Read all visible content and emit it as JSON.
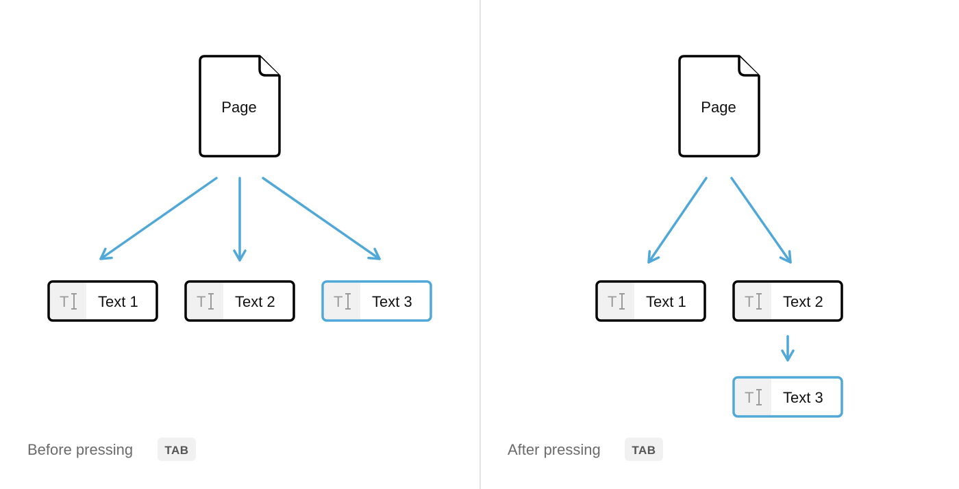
{
  "colors": {
    "accent": "#4fa8d8",
    "border": "#000000",
    "icon_bg": "#f1f1f1",
    "caption": "#6b6b6b",
    "divider": "#e3e3e3"
  },
  "before": {
    "page_label": "Page",
    "blocks": [
      {
        "label": "Text 1",
        "icon": "text-type-icon",
        "selected": false
      },
      {
        "label": "Text 2",
        "icon": "text-type-icon",
        "selected": false
      },
      {
        "label": "Text 3",
        "icon": "text-type-icon",
        "selected": true
      }
    ],
    "caption": "Before pressing",
    "key": "TAB"
  },
  "after": {
    "page_label": "Page",
    "blocks": [
      {
        "label": "Text 1",
        "icon": "text-type-icon",
        "selected": false
      },
      {
        "label": "Text 2",
        "icon": "text-type-icon",
        "selected": false
      },
      {
        "label": "Text 3",
        "icon": "text-type-icon",
        "selected": true,
        "nested_under": "Text 2"
      }
    ],
    "caption": "After pressing",
    "key": "TAB"
  },
  "icon_glyph": "T"
}
